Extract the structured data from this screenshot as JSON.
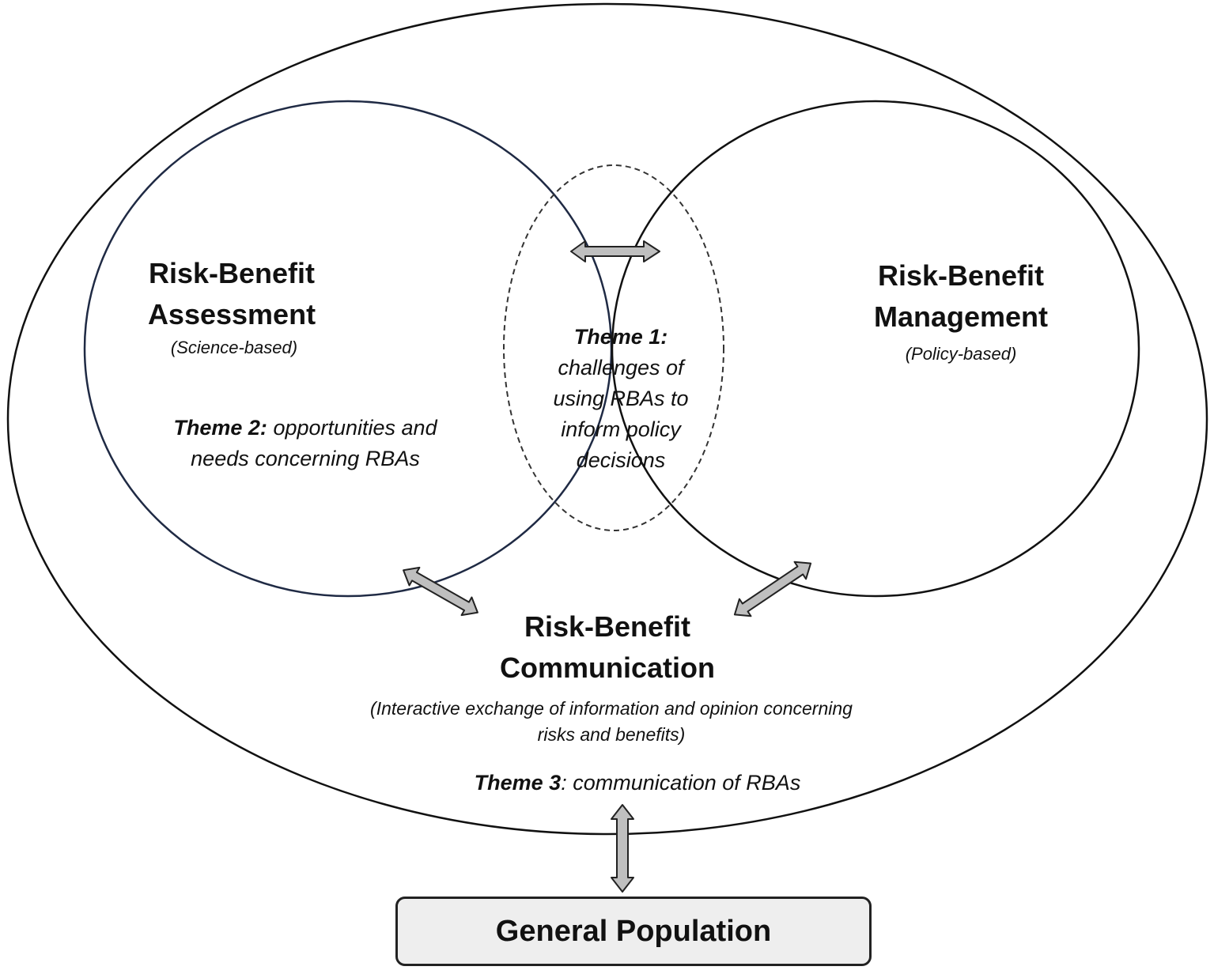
{
  "assessment": {
    "title_line1": "Risk-Benefit",
    "title_line2": "Assessment",
    "subtitle": "(Science-based)",
    "theme_label": "Theme 2:",
    "theme_line1_rest": " opportunities and",
    "theme_line2": "needs concerning RBAs"
  },
  "management": {
    "title_line1": "Risk-Benefit",
    "title_line2": "Management",
    "subtitle": "(Policy-based)"
  },
  "overlap": {
    "theme_label": "Theme 1:",
    "lines": [
      "challenges of",
      "using RBAs to",
      "inform policy",
      "decisions"
    ]
  },
  "communication": {
    "title_line1": "Risk-Benefit",
    "title_line2": "Communication",
    "subtitle_line1": "(Interactive exchange of information and opinion concerning",
    "subtitle_line2": "risks and benefits)",
    "theme_label": "Theme 3",
    "theme_rest": ": communication of RBAs"
  },
  "population": {
    "label": "General Population"
  }
}
